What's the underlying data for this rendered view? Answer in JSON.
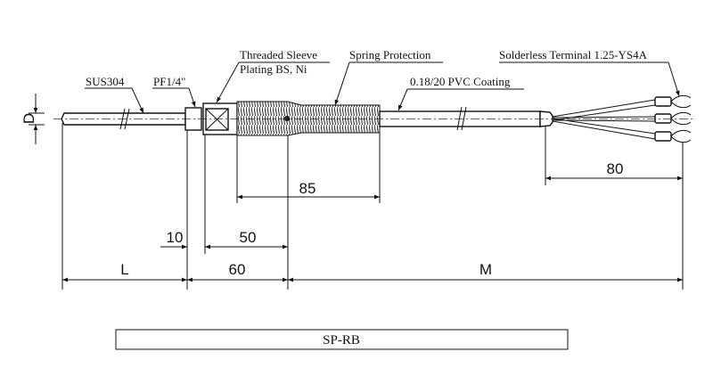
{
  "labels": {
    "sheath": "SUS304",
    "thread": "PF1/4\"",
    "sleeve_line1": "Threaded Sleeve",
    "sleeve_line2": "Plating BS, Ni",
    "spring": "Spring Protection",
    "cable": "0.18/20 PVC Coating",
    "terminal": "Solderless Terminal 1.25-YS4A"
  },
  "dimensions": {
    "diameter": "D",
    "spring_length": "85",
    "nut": "10",
    "sleeve": "50",
    "insertion": "L",
    "head": "60",
    "cable_length": "M",
    "lead_length": "80"
  },
  "model": "SP-RB"
}
